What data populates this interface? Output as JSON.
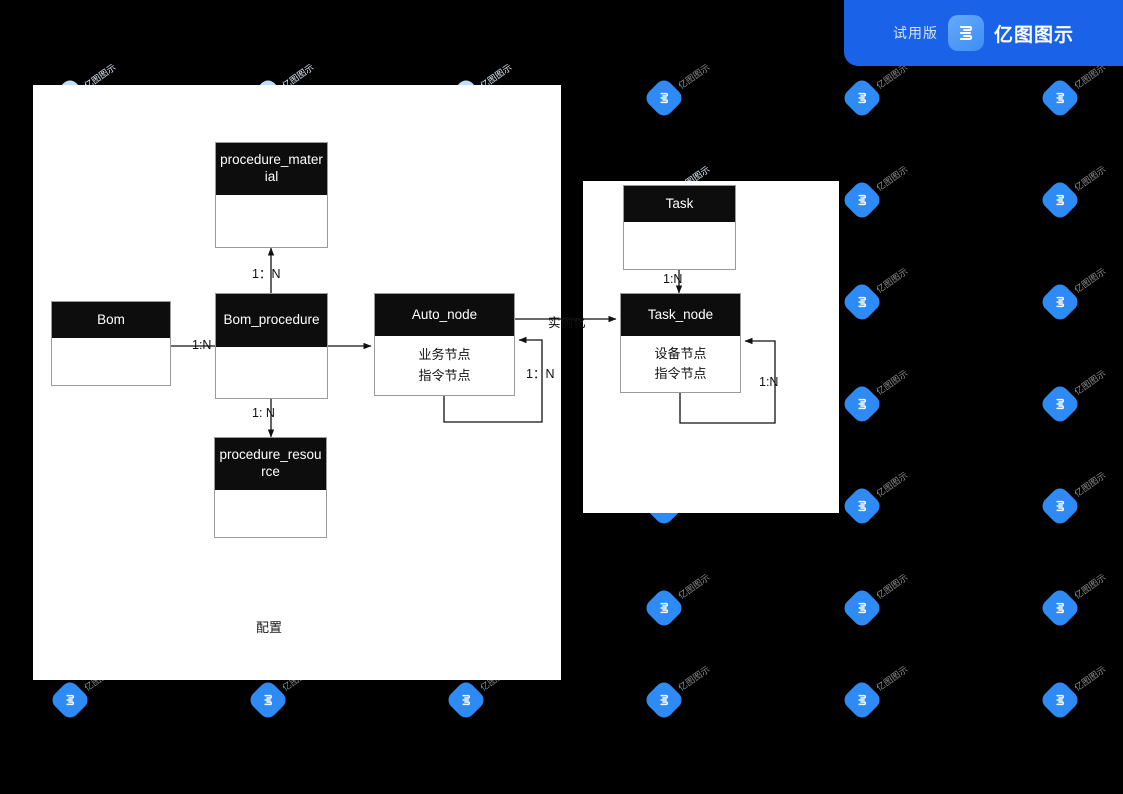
{
  "banner": {
    "trial_label": "试用版",
    "brand_name": "亿图图示",
    "logo_icon": "edraw-logo-icon",
    "background_color": "#1a62e8"
  },
  "watermark": {
    "text": "亿图图示",
    "icon": "edraw-logo-icon"
  },
  "canvas": {
    "background_color": "#000000"
  },
  "panels": [
    {
      "id": "config",
      "caption": "配置",
      "background_color": "#ffffff"
    },
    {
      "id": "task",
      "caption": "",
      "background_color": "#ffffff"
    }
  ],
  "diagram": {
    "type": "er-diagram",
    "entities": [
      {
        "id": "procedure_material",
        "title": "procedure_material",
        "rows": []
      },
      {
        "id": "bom",
        "title": "Bom",
        "rows": []
      },
      {
        "id": "bom_procedure",
        "title": "Bom_procedure",
        "rows": []
      },
      {
        "id": "auto_node",
        "title": "Auto_node",
        "rows": [
          "业务节点",
          "指令节点"
        ]
      },
      {
        "id": "procedure_resource",
        "title": "procedure_resource",
        "rows": []
      },
      {
        "id": "task",
        "title": "Task",
        "rows": []
      },
      {
        "id": "task_node",
        "title": "Task_node",
        "rows": [
          "设备节点",
          "指令节点"
        ]
      }
    ],
    "edges": [
      {
        "from": "bom_procedure",
        "to": "procedure_material",
        "label": "1：N"
      },
      {
        "from": "bom",
        "to": "bom_procedure",
        "label": "1:N"
      },
      {
        "from": "bom_procedure",
        "to": "auto_node",
        "label": ""
      },
      {
        "from": "bom_procedure",
        "to": "procedure_resource",
        "label": "1: N"
      },
      {
        "from": "auto_node",
        "to": "auto_node",
        "label": "1：N"
      },
      {
        "from": "auto_node",
        "to": "task_node",
        "label": "实例化"
      },
      {
        "from": "task",
        "to": "task_node",
        "label": "1:N"
      },
      {
        "from": "task_node",
        "to": "task_node",
        "label": "1:N"
      }
    ]
  }
}
